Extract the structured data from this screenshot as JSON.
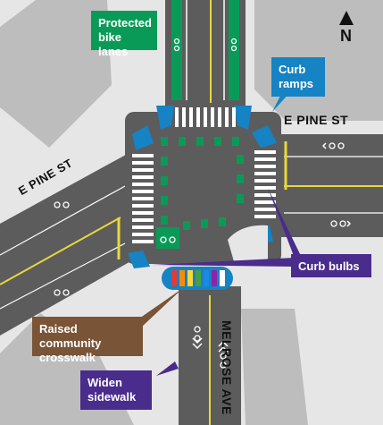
{
  "callouts": {
    "protected_bike_lanes": {
      "line1": "Protected",
      "line2": "bike lanes"
    },
    "curb_ramps": {
      "line1": "Curb",
      "line2": "ramps"
    },
    "curb_bulbs": {
      "line1": "Curb bulbs"
    },
    "raised_crosswalk": {
      "line1": "Raised community",
      "line2": "crosswalk"
    },
    "widen_sidewalk": {
      "line1": "Widen",
      "line2": "sidewalk"
    }
  },
  "streets": {
    "pine_east": "E PINE ST",
    "pine_west": "E PINE ST",
    "melrose": "MELROSE AVE"
  },
  "compass": {
    "label": "N"
  },
  "colors": {
    "green": "#0a9a58",
    "blue": "#1583c4",
    "purple": "#4a2c8c",
    "brown": "#7a5436",
    "road": "#5c5c5c",
    "sidewalk": "#e6e6e6",
    "building": "#bdbdbd",
    "yellow": "#e8d83a"
  },
  "icons": {
    "bike": "bicycle-icon",
    "north": "north-arrow-icon",
    "chevron": "chevron-icon"
  }
}
